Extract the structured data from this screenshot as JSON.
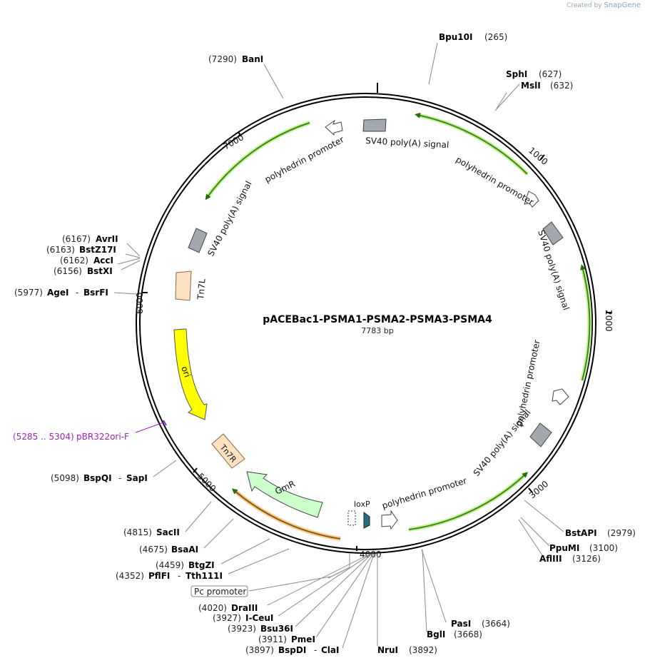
{
  "branding": {
    "created_by": "Created by",
    "app": "SnapGene"
  },
  "plasmid": {
    "name": "pACEBac1-PSMA1-PSMA2-PSMA3-PSMA4",
    "length": "7783 bp"
  },
  "ticks": [
    "1000",
    "2000",
    "3000",
    "4000",
    "5000",
    "6000",
    "7000"
  ],
  "features": {
    "sv40_1": "SV40 poly(A) signal",
    "poly_1": "polyhedrin promoter",
    "sv40_2": "SV40 poly(A) signal",
    "poly_2": "polyhedrin promoter",
    "sv40_3": "SV40 poly(A) signal",
    "poly_3": "polyhedrin promoter",
    "loxp": "loxP",
    "gmr": "GmR",
    "tn7r": "Tn7R",
    "ori": "ori",
    "tn7l": "Tn7L",
    "sv40_4": "SV40 poly(A) signal",
    "poly_4": "polyhedrin promoter",
    "pc_promoter": "Pc promoter"
  },
  "sites": [
    {
      "name": "Bpu10I",
      "pos": "(265)"
    },
    {
      "name": "SphI",
      "pos": "(627)"
    },
    {
      "name": "MslI",
      "pos": "(632)"
    },
    {
      "name": "BanI",
      "pos": "(7290)"
    },
    {
      "name": "AvrII",
      "pos": "(6167)"
    },
    {
      "name": "BstZ17I",
      "pos": "(6163)"
    },
    {
      "name": "AccI",
      "pos": "(6162)"
    },
    {
      "name": "BstXI",
      "pos": "(6156)"
    },
    {
      "name": "AgeI",
      "pos": "(5977)"
    },
    {
      "name": "BsrFI",
      "pos": ""
    },
    {
      "name": "BspQI",
      "pos": "(5098)"
    },
    {
      "name": "SapI",
      "pos": ""
    },
    {
      "name": "SacII",
      "pos": "(4815)"
    },
    {
      "name": "BsaAI",
      "pos": "(4675)"
    },
    {
      "name": "BtgZI",
      "pos": "(4459)"
    },
    {
      "name": "PflFI",
      "pos": "(4352)"
    },
    {
      "name": "Tth111I",
      "pos": ""
    },
    {
      "name": "DraIII",
      "pos": "(4020)"
    },
    {
      "name": "I-CeuI",
      "pos": "(3927)"
    },
    {
      "name": "Bsu36I",
      "pos": "(3923)"
    },
    {
      "name": "PmeI",
      "pos": "(3911)"
    },
    {
      "name": "BspDI",
      "pos": "(3897)"
    },
    {
      "name": "ClaI",
      "pos": ""
    },
    {
      "name": "NruI",
      "pos": "(3892)"
    },
    {
      "name": "PasI",
      "pos": "(3664)"
    },
    {
      "name": "BglI",
      "pos": "(3668)"
    },
    {
      "name": "BstAPI",
      "pos": "(2979)"
    },
    {
      "name": "PpuMI",
      "pos": "(3100)"
    },
    {
      "name": "AflIII",
      "pos": "(3126)"
    }
  ],
  "primer": {
    "range": "(5285 .. 5304)",
    "name": "pBR322ori-F",
    "color": "#a020c0"
  },
  "colors": {
    "sv40": "#a3a8b0",
    "promoter_arrow": "#ffffff",
    "green_arrow": "#4e9a1e",
    "green_glow": "#c8f0a0",
    "ori": "#ffff00",
    "tn7": "#fde1c2",
    "gmr": "#ccffcc",
    "orange_glow": "#f5c98a",
    "loxp": "#2b6c7d"
  }
}
